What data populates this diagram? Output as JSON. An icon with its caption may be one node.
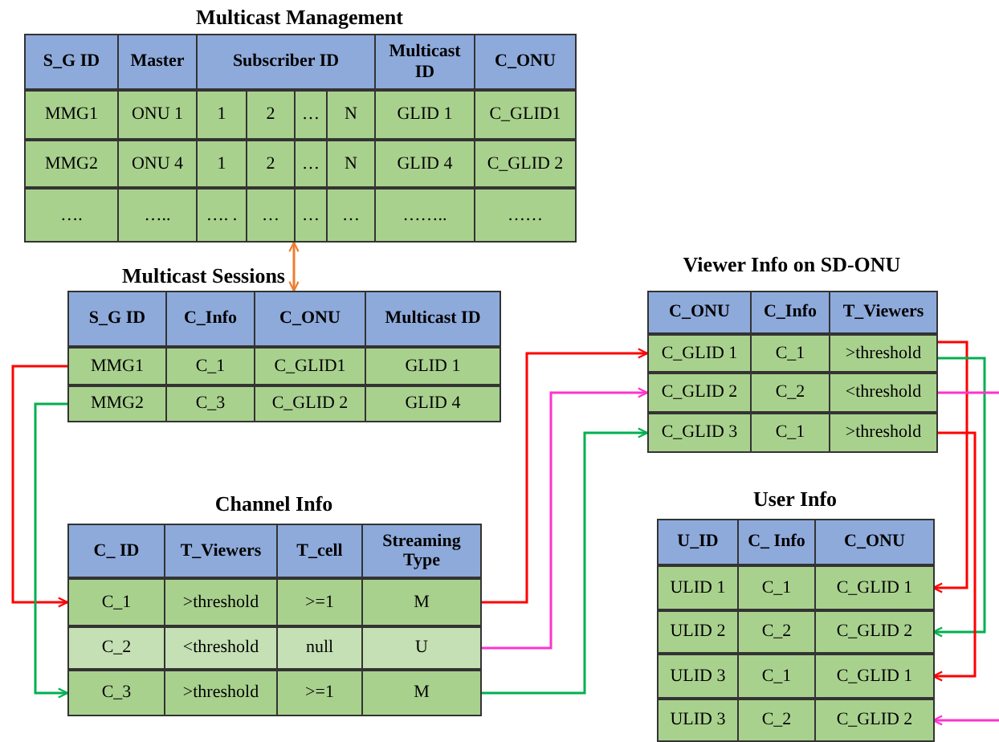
{
  "diagram": {
    "nodes": [
      {
        "text": [
          "Multicast Management"
        ]
      },
      {
        "text": [
          "S_G ID",
          "Master",
          "Subscriber ID",
          "Multicast ID",
          "C_ONU"
        ],
        "in": 0
      },
      {
        "text": [
          "MMG1",
          "ONU 1",
          "1",
          "2",
          "…",
          "N",
          "GLID 1",
          "C_GLID1"
        ],
        "in": 0
      },
      {
        "text": [
          "MMG2",
          "ONU 4",
          "1",
          "2",
          "…",
          "N",
          "GLID 4",
          "C_GLID 2"
        ],
        "in": 0
      },
      {
        "text": [
          "….",
          "…..",
          "…. .",
          "…",
          "…",
          "…",
          "……..",
          "……"
        ],
        "in": 0
      },
      {
        "text": [
          "Multicast Sessions"
        ]
      },
      {
        "text": [
          "S_G ID",
          "C_Info",
          "C_ONU",
          "Multicast ID"
        ],
        "in": 5
      },
      {
        "text": [
          "MMG1",
          "C_1",
          "C_GLID1",
          "GLID 1"
        ],
        "in": 5
      },
      {
        "text": [
          "MMG2",
          "C_3",
          "C_GLID 2",
          "GLID 4"
        ],
        "in": 5
      },
      {
        "text": [
          "Channel Info"
        ]
      },
      {
        "text": [
          "C_ ID",
          "T_Viewers",
          "T_cell",
          "Streaming Type"
        ],
        "in": 9
      },
      {
        "text": [
          "C_1",
          ">threshold",
          ">=1",
          "M"
        ],
        "in": 9
      },
      {
        "text": [
          "C_2",
          "<threshold",
          "null",
          "U"
        ],
        "in": 9
      },
      {
        "text": [
          "C_3",
          ">threshold",
          ">=1",
          "M"
        ],
        "in": 9
      },
      {
        "text": [
          "Viewer Info on SD-ONU"
        ]
      },
      {
        "text": [
          "C_ONU",
          "C_Info",
          "T_Viewers"
        ],
        "in": 14
      },
      {
        "text": [
          "C_GLID 1",
          "C_1",
          ">threshold"
        ],
        "in": 14
      },
      {
        "text": [
          "C_GLID 2",
          "C_2",
          "<threshold"
        ],
        "in": 14
      },
      {
        "text": [
          "C_GLID 3",
          "C_1",
          ">threshold"
        ],
        "in": 14
      },
      {
        "text": [
          "User Info"
        ]
      },
      {
        "text": [
          "U_ID",
          "C_ Info",
          "C_ONU"
        ],
        "in": 19
      },
      {
        "text": [
          "ULID 1",
          "C_1",
          "C_GLID 1"
        ],
        "in": 19
      },
      {
        "text": [
          "ULID 2",
          "C_2",
          "C_GLID 2"
        ],
        "in": 19
      },
      {
        "text": [
          "ULID 3",
          "C_1",
          "C_GLID 1"
        ],
        "in": 19
      },
      {
        "text": [
          "ULID 3",
          "C_2",
          "C_GLID 2"
        ],
        "in": 19
      }
    ],
    "edges": [
      {
        "from": 4,
        "to": 6,
        "arrow": "both",
        "color": "#ed7d31"
      },
      {
        "from": 7,
        "to": 11,
        "arrow": "to",
        "color": "#ff0000"
      },
      {
        "from": 8,
        "to": 13,
        "arrow": "to",
        "color": "#00b050"
      },
      {
        "from": 11,
        "to": 16,
        "arrow": "to",
        "color": "#ff0000"
      },
      {
        "from": 12,
        "to": 17,
        "arrow": "to",
        "color": "#ff33cc"
      },
      {
        "from": 13,
        "to": 18,
        "arrow": "to",
        "color": "#00b050"
      },
      {
        "from": 16,
        "to": 21,
        "arrow": "to",
        "color": "#ff0000"
      },
      {
        "from": 16,
        "to": 22,
        "arrow": "to",
        "color": "#00b050"
      },
      {
        "from": 17,
        "to": null,
        "arrow": "none",
        "color": "#ff33cc"
      },
      {
        "from": 18,
        "to": 23,
        "arrow": "to",
        "color": "#ff0000"
      },
      {
        "from": null,
        "to": 24,
        "arrow": "to",
        "color": "#ff33cc"
      }
    ]
  }
}
